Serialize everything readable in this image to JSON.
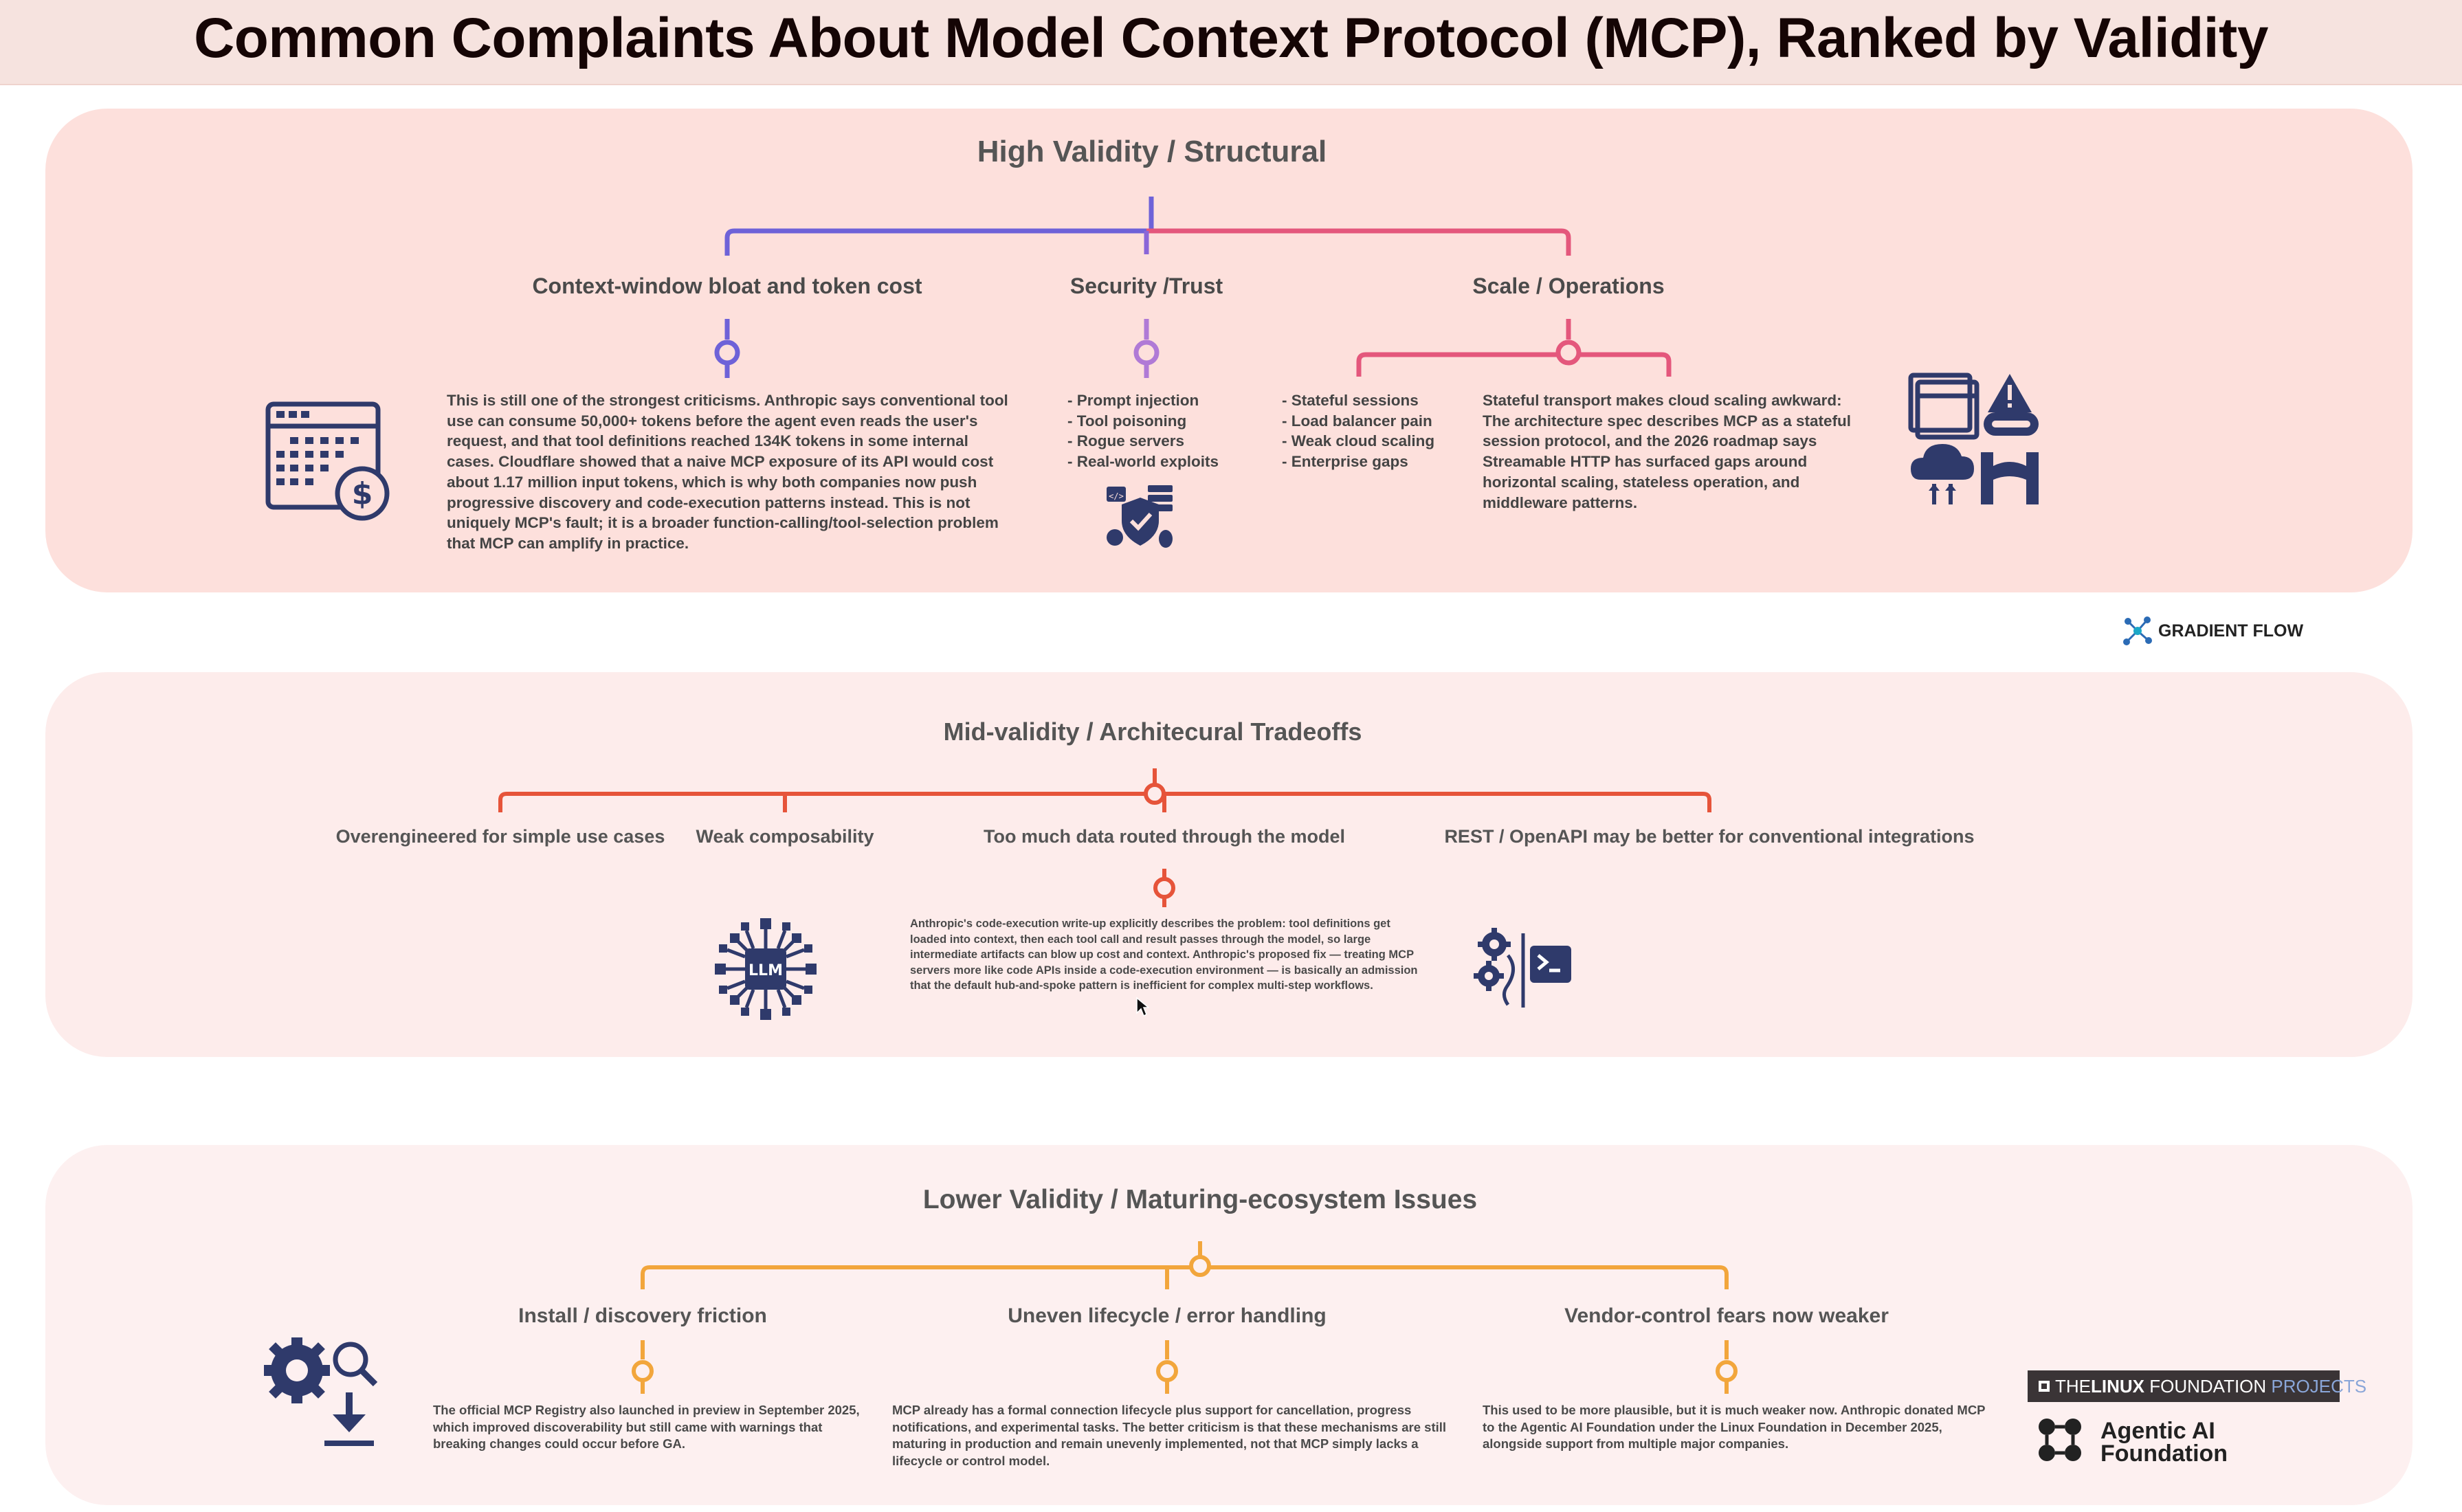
{
  "title": "Common Complaints About Model Context Protocol (MCP), Ranked by Validity",
  "colors": {
    "header_bg": "#f6e3df",
    "panel_high": "#fde0dc",
    "panel_mid": "#fdeceb",
    "panel_low": "#fdf0f0",
    "line_purple": "#6e62d8",
    "line_pink": "#e4577c",
    "line_orange_red": "#e6543a",
    "line_amber": "#f2a63c",
    "icon_navy": "#2f3a6b"
  },
  "high": {
    "title": "High Validity / Structural",
    "branches": {
      "context": {
        "label": "Context-window bloat and token cost",
        "text": "This is still one of the strongest criticisms. Anthropic says conventional tool use can consume 50,000+ tokens before the agent even reads the user's request, and that tool definitions reached 134K tokens in some internal cases. Cloudflare showed that a naive MCP exposure of its API would cost about 1.17 million input tokens, which is why both companies now push progressive discovery and code-execution patterns instead. This is not uniquely MCP's fault; it is a broader function-calling/tool-selection problem that MCP can amplify in practice.",
        "icon": "calendar-cost-icon"
      },
      "security": {
        "label": "Security /Trust",
        "items": [
          "- Prompt injection",
          "- Tool poisoning",
          "- Rogue servers",
          "- Real-world exploits"
        ],
        "icon": "security-shield-icon"
      },
      "scale": {
        "label": "Scale / Operations",
        "items": [
          "- Stateful sessions",
          "- Load balancer pain",
          "- Weak cloud scaling",
          "- Enterprise gaps"
        ],
        "text": "Stateful transport makes cloud scaling awkward: The architecture spec describes MCP as a stateful session protocol, and the 2026 roadmap says Streamable HTTP has surfaced gaps around horizontal scaling, stateless operation, and middleware patterns.",
        "icon": "cloud-ops-icon"
      }
    }
  },
  "brand": {
    "name": "GRADIENT FLOW"
  },
  "mid": {
    "title": "Mid-validity / Architecural Tradeoffs",
    "branches": [
      {
        "label": "Overengineered for simple use cases"
      },
      {
        "label": "Weak composability"
      },
      {
        "label": "Too much data routed through the model"
      },
      {
        "label": "REST / OpenAPI may be better for conventional integrations"
      }
    ],
    "text": "Anthropic's code-execution write-up explicitly describes the problem: tool definitions get loaded into context, then each tool call and result passes through the model, so large intermediate artifacts can blow up cost and context. Anthropic's proposed fix — treating MCP servers more like code APIs inside a code-execution environment — is basically an admission that the default hub-and-spoke pattern is inefficient for complex multi-step workflows.",
    "llm_icon_label": "LLM",
    "icons": [
      "llm-chip-icon",
      "gear-terminal-icon"
    ]
  },
  "low": {
    "title": "Lower Validity / Maturing-ecosystem Issues",
    "branches": [
      {
        "label": "Install / discovery friction",
        "text": "The official MCP Registry also launched in preview in September 2025, which improved discoverability but still came with warnings that breaking changes could occur before GA."
      },
      {
        "label": "Uneven lifecycle / error handling",
        "text": "MCP already has a formal connection lifecycle plus support for cancellation, progress notifications, and experimental tasks. The better criticism is that these mechanisms are still maturing in production and remain unevenly implemented, not that MCP simply lacks a lifecycle or control model."
      },
      {
        "label": "Vendor-control fears now weaker",
        "text": "This used to be more plausible, but it is much weaker now. Anthropic donated MCP to the Agentic AI Foundation under the Linux Foundation in December 2025, alongside support from multiple major companies."
      }
    ],
    "logos": {
      "linux_the": "THE",
      "linux_name": "LINUX",
      "linux_foundation": " FOUNDATION ",
      "linux_projects": "PROJECTS",
      "agentic_line1": "Agentic AI",
      "agentic_line2": "Foundation"
    },
    "icon": "gear-search-download-icon"
  }
}
